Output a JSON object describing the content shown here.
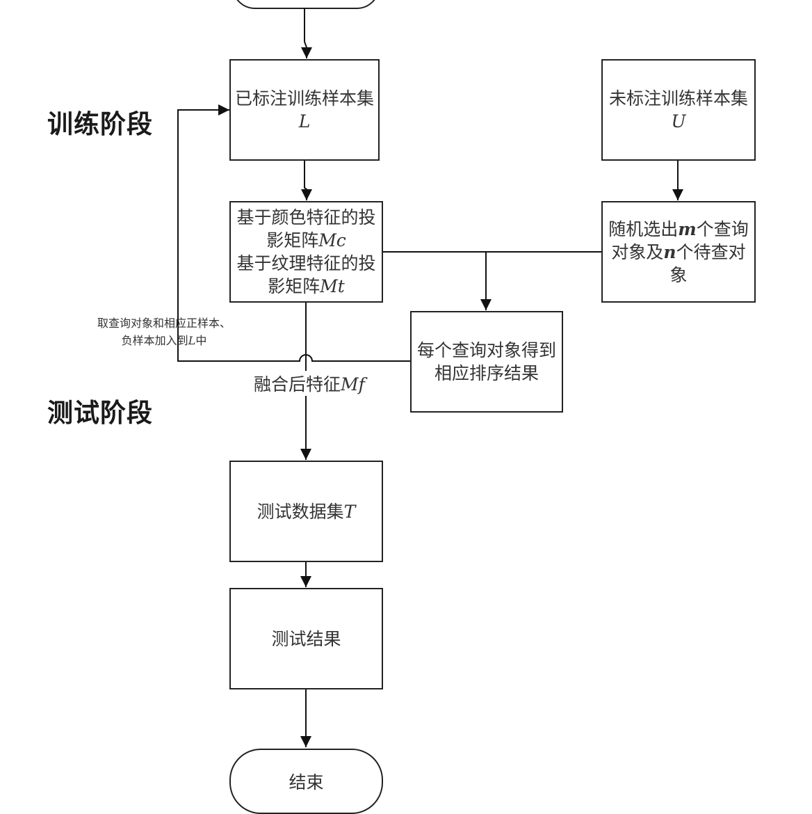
{
  "stages": {
    "train": "训练阶段",
    "test": "测试阶段"
  },
  "nodes": {
    "labeled_set": {
      "text": "已标注训练样本集",
      "var": "L"
    },
    "unlabeled_set": {
      "text": "未标注训练样本集",
      "var": "U"
    },
    "projection": {
      "line1": "基于颜色特征的投",
      "line2_text": "影矩阵",
      "line2_var": "Mc",
      "line3": "基于纹理特征的投",
      "line4_text": "影矩阵",
      "line4_var": "Mt"
    },
    "random_select": {
      "part1": "随机选出",
      "var_m": "m",
      "part2": "个查询",
      "part3": "对象及",
      "var_n": "n",
      "part4": "个待查对",
      "part5": "象"
    },
    "ranking": {
      "line1": "每个查询对象得到",
      "line2": "相应排序结果"
    },
    "test_set": {
      "text": "测试数据集",
      "var": "T"
    },
    "test_result": {
      "text": "测试结果"
    },
    "end": {
      "text": "结束"
    }
  },
  "edge_labels": {
    "fused": {
      "text": "融合后特征",
      "var": "Mf"
    },
    "feedback": {
      "line1": "取查询对象和相应正样本、",
      "line2_text": "负样本加入到",
      "line2_var": "L",
      "line2_end": "中"
    }
  }
}
